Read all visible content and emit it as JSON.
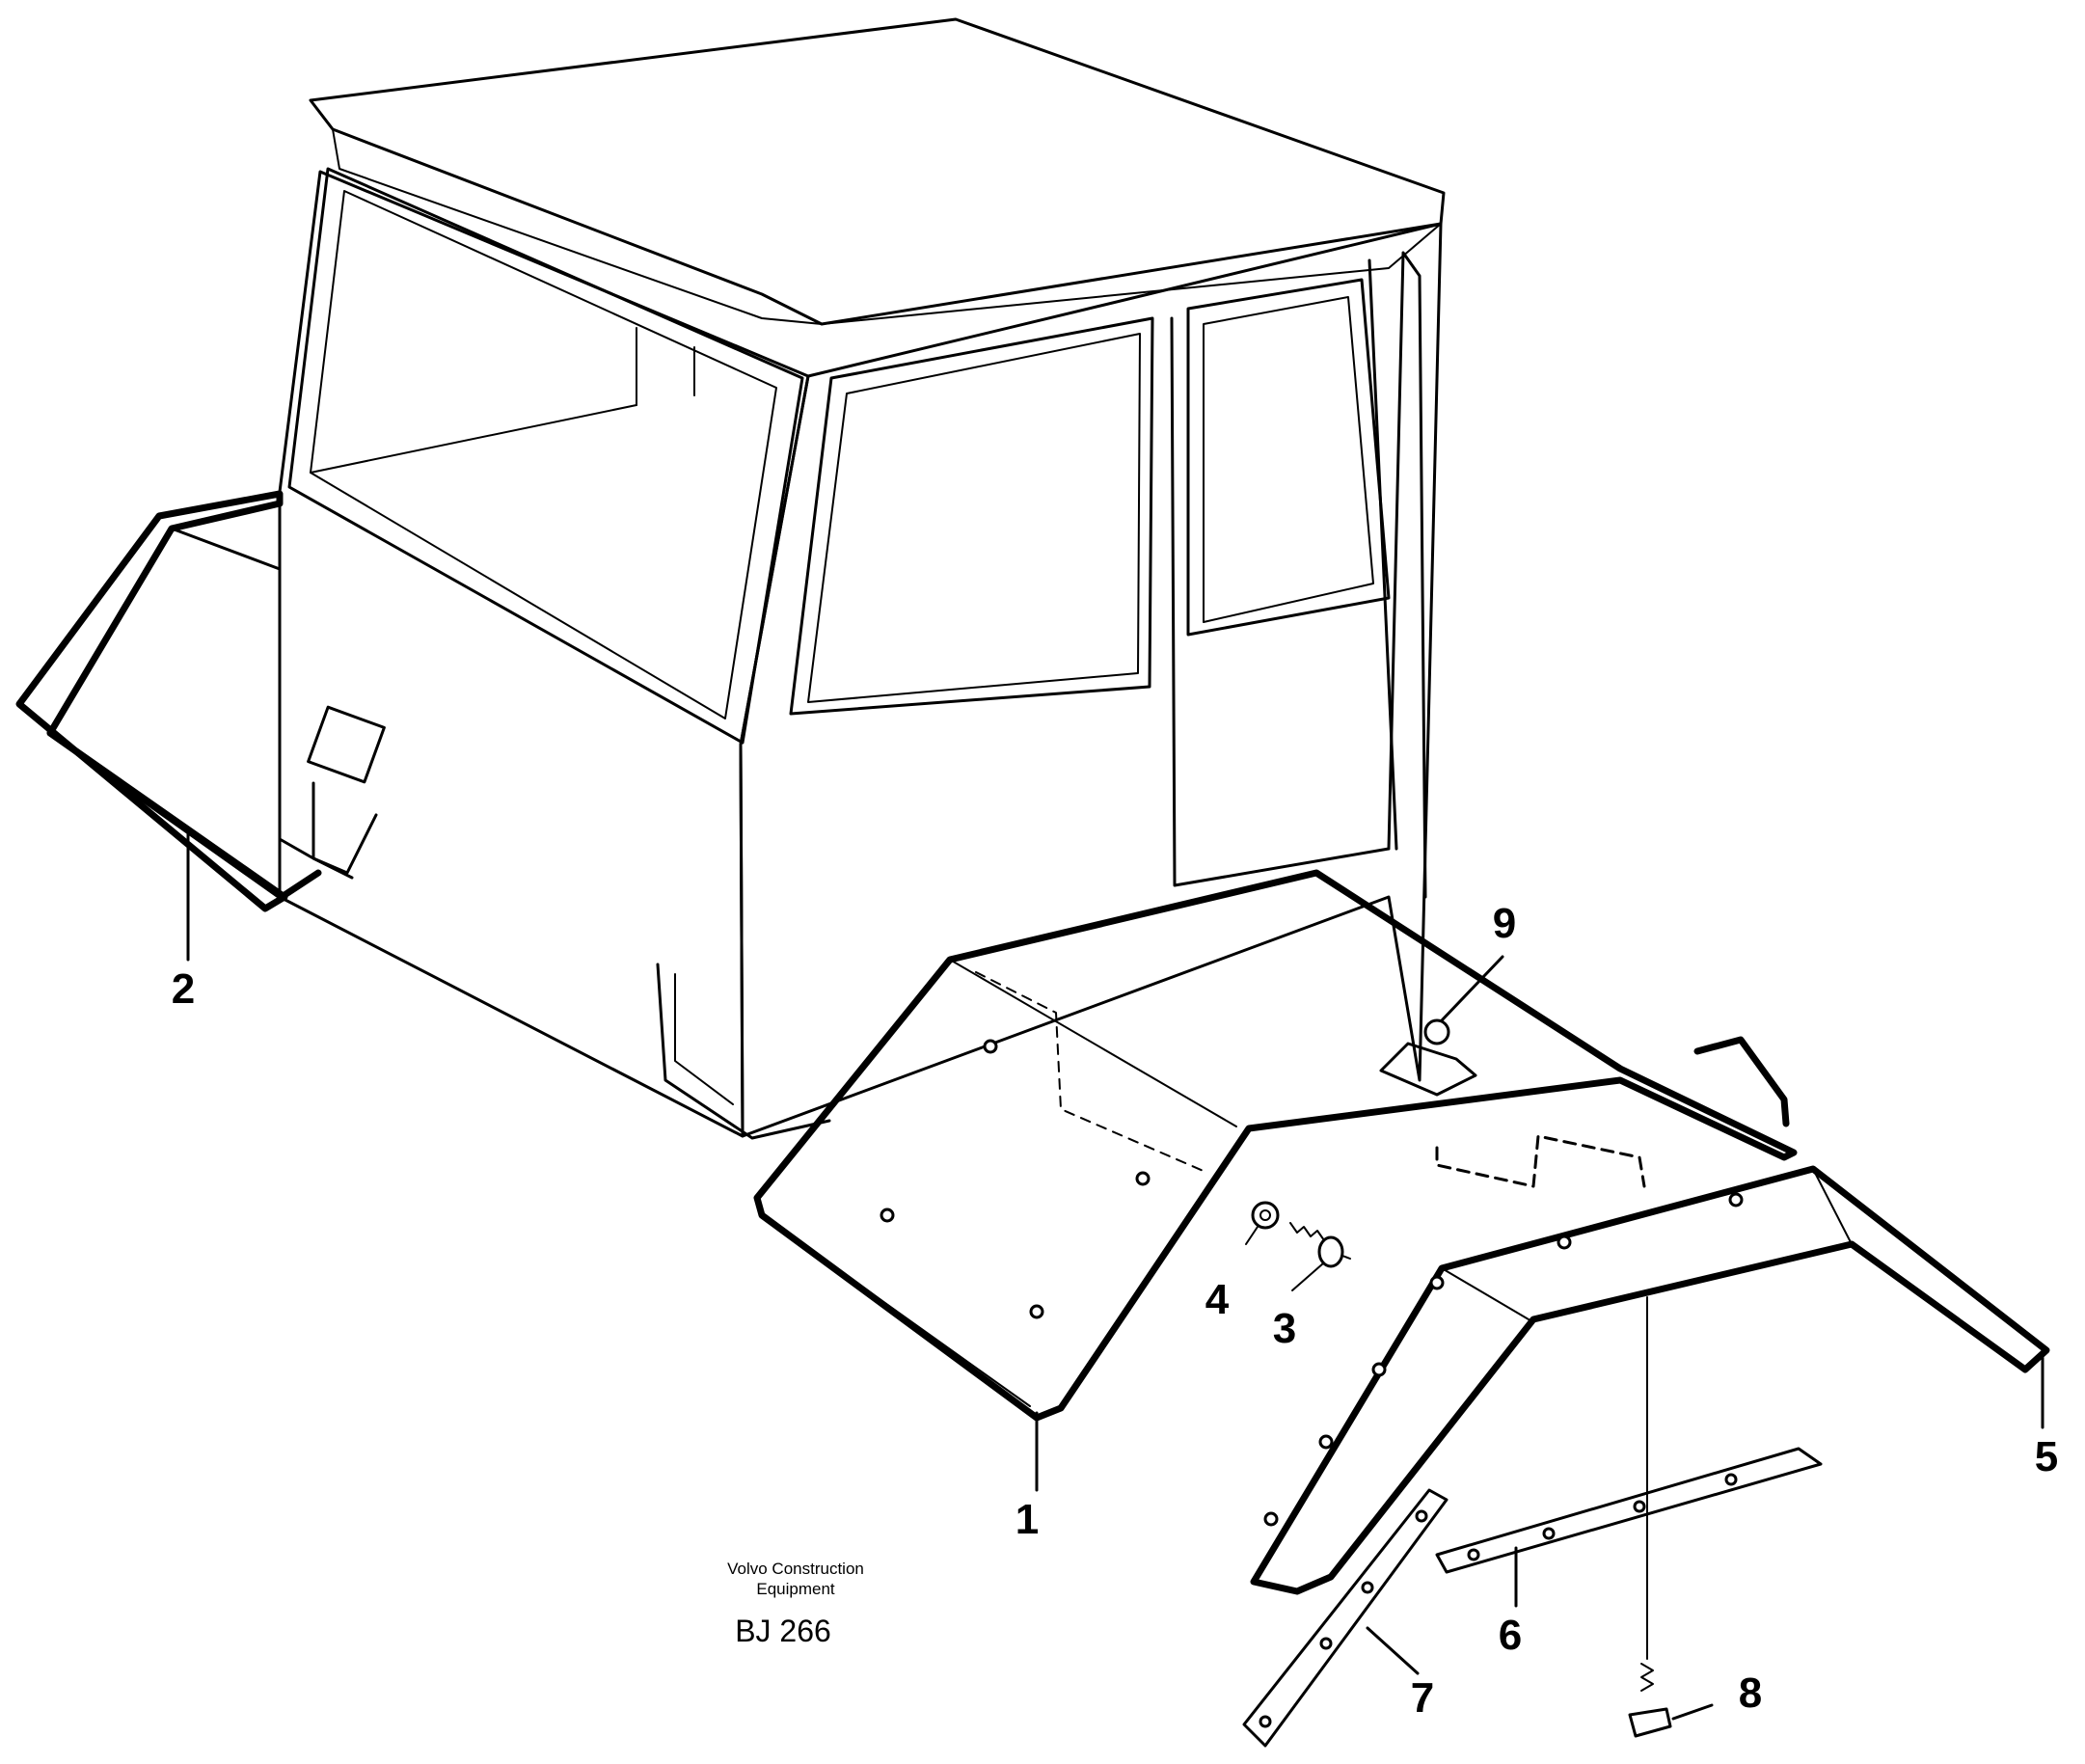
{
  "callouts": {
    "c1": "1",
    "c2": "2",
    "c3": "3",
    "c4": "4",
    "c5": "5",
    "c6": "6",
    "c7": "7",
    "c8": "8",
    "c9": "9"
  },
  "credit": {
    "line1": "Volvo Construction",
    "line2": "Equipment"
  },
  "drawing_code": "BJ 266"
}
